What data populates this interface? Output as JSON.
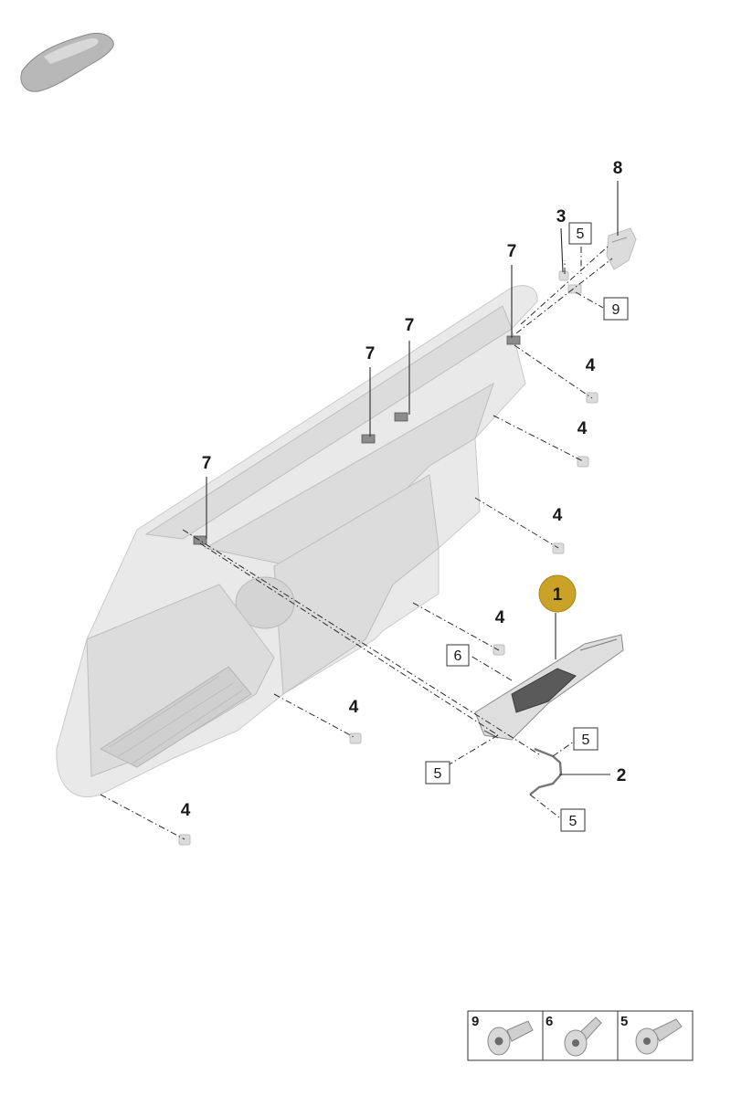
{
  "callouts": {
    "c1": "1",
    "c2": "2",
    "c3": "3",
    "c4a": "4",
    "c4b": "4",
    "c4c": "4",
    "c4d": "4",
    "c4e": "4",
    "c4f": "4",
    "c7a": "7",
    "c7b": "7",
    "c7c": "7",
    "c7d": "7",
    "c8": "8"
  },
  "boxed_callouts": {
    "b5a": "5",
    "b5b": "5",
    "b5c": "5",
    "b5d": "5",
    "b6": "6",
    "b9": "9"
  },
  "legend": {
    "items": [
      {
        "label": "9"
      },
      {
        "label": "6"
      },
      {
        "label": "5"
      }
    ]
  },
  "colors": {
    "highlight_badge": "#c9a227",
    "highlight_text": "#ffffff"
  }
}
